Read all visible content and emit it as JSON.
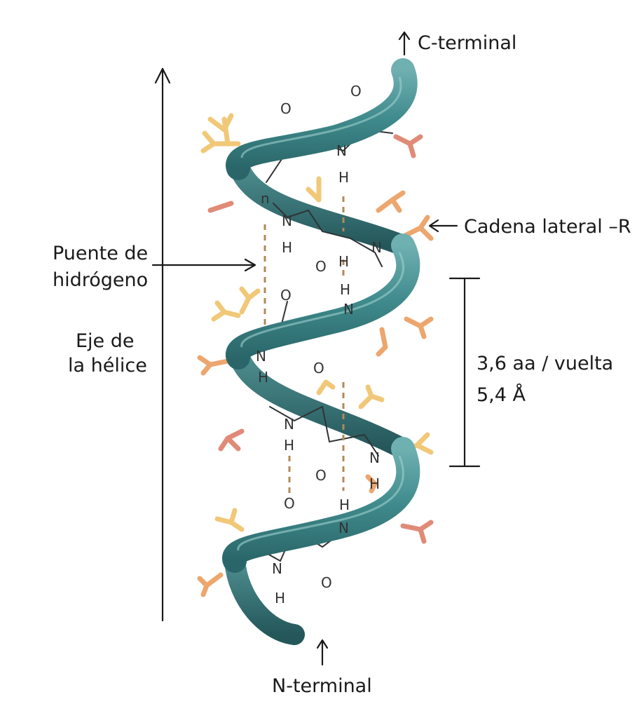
{
  "labels": {
    "c_terminal": "C-terminal",
    "n_terminal": "N-terminal",
    "side_chain": "Cadena lateral –R",
    "hydrogen_bond_line1": "Puente de",
    "hydrogen_bond_line2": "hidrógeno",
    "helix_axis_line1": "Eje de",
    "helix_axis_line2": "la hélice",
    "pitch_line1": "3,6 aa / vuelta",
    "pitch_line2": "5,4 Å"
  },
  "atoms": {
    "oxygen": "O",
    "nitrogen": "N",
    "hydrogen": "H",
    "n_lower": "n"
  },
  "colors": {
    "ribbon": "#3f8a8c",
    "ribbon_dark": "#275f63",
    "ribbon_light": "#7fbdbc",
    "hydrogen_bond": "#b08a58",
    "side_chain_yellow": "#f1c878",
    "side_chain_orange": "#eda66d",
    "side_chain_red": "#e08a78",
    "ink": "#1a1a1a"
  }
}
